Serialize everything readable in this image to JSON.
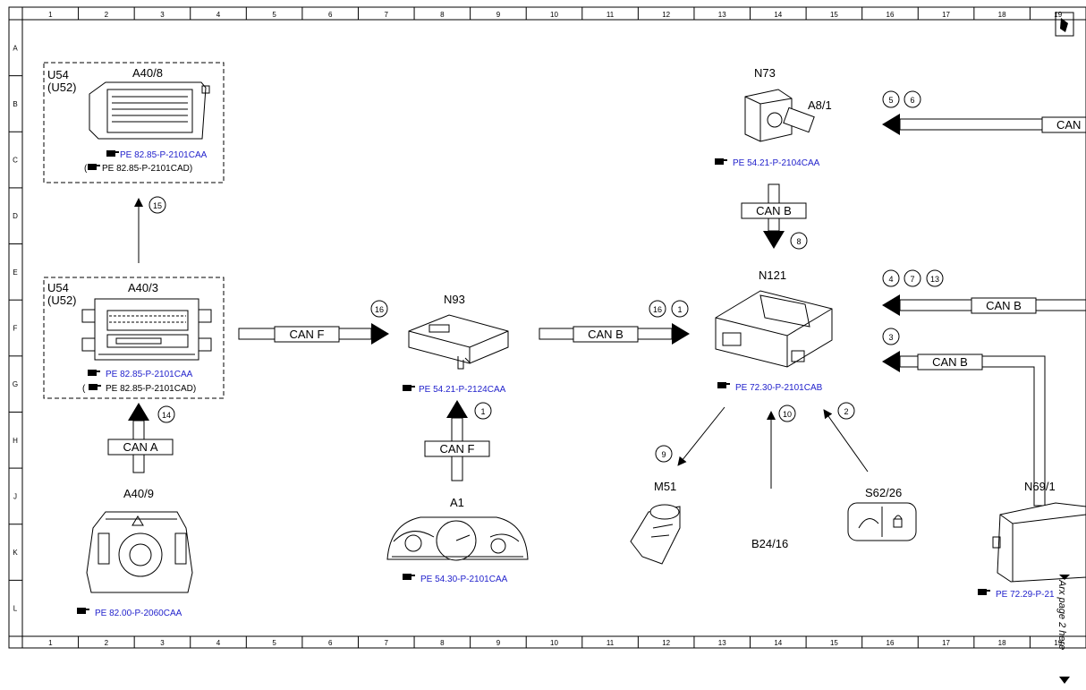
{
  "frame": {
    "columns": [
      "1",
      "2",
      "3",
      "4",
      "5",
      "6",
      "7",
      "8",
      "9",
      "10",
      "11",
      "12",
      "13",
      "14",
      "15",
      "16",
      "17",
      "18",
      "19"
    ],
    "rows": [
      "A",
      "B",
      "C",
      "D",
      "E",
      "F",
      "G",
      "H",
      "J",
      "K",
      "L"
    ],
    "side_note": "Arx page 2 here"
  },
  "can_labels": {
    "can_a": "CAN A",
    "can_f_top": "CAN F",
    "can_f_bottom": "CAN F",
    "can_b_mid": "CAN B",
    "can_b_n73": "CAN B",
    "can_b_right1": "CAN B",
    "can_b_right2": "CAN B",
    "can_top_right": "CAN"
  },
  "components": {
    "u54_top": {
      "module": "U54",
      "alt": "(U52)",
      "label": "A40/8",
      "ref1": "PE 82.85-P-2101CAA",
      "ref2_prefix": "(",
      "ref2": "PE 82.85-P-2101CAD)"
    },
    "u54_mid": {
      "module": "U54",
      "alt": "(U52)",
      "label": "A40/3",
      "ref1": "PE 82.85-P-2101CAA",
      "ref2_prefix": "(",
      "ref2": "PE 82.85-P-2101CAD)"
    },
    "a40_9": {
      "label": "A40/9",
      "ref": "PE 82.00-P-2060CAA"
    },
    "n93": {
      "label": "N93",
      "ref": "PE 54.21-P-2124CAA"
    },
    "a1": {
      "label": "A1",
      "ref": "PE 54.30-P-2101CAA"
    },
    "n73": {
      "label": "N73",
      "sub": "A8/1",
      "ref": "PE 54.21-P-2104CAA"
    },
    "n121": {
      "label": "N121",
      "ref": "PE 72.30-P-2101CAB"
    },
    "m51": {
      "label": "M51"
    },
    "b24_16": {
      "label": "B24/16"
    },
    "s62_26": {
      "label": "S62/26"
    },
    "n69_1": {
      "label": "N69/1",
      "ref": "PE 72.29-P-21"
    }
  },
  "callouts": {
    "c15": "15",
    "c14": "14",
    "c16a": "16",
    "c16b": "16",
    "c1a": "1",
    "c1b": "1",
    "c5": "5",
    "c6": "6",
    "c8": "8",
    "c4": "4",
    "c7": "7",
    "c13": "13",
    "c3": "3",
    "c9": "9",
    "c10": "10",
    "c2": "2"
  },
  "colors": {
    "link": "#2222cc",
    "line": "#000000"
  },
  "icons": [
    "hand-pointer-icon"
  ]
}
